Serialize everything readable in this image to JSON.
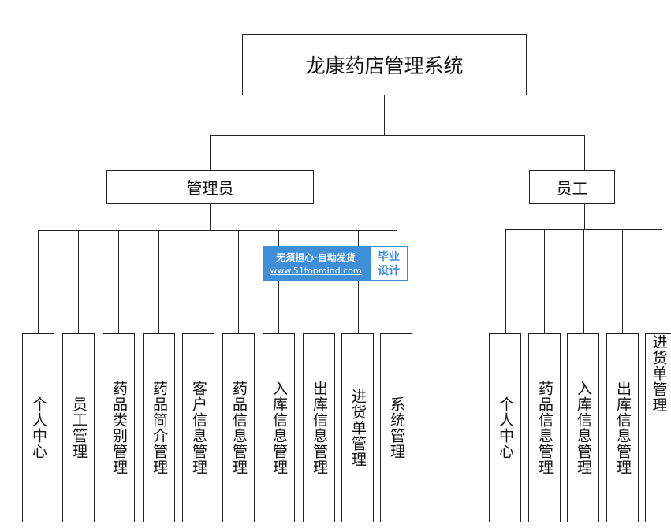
{
  "root": "龙康药店管理系统",
  "admin": {
    "title": "管理员",
    "modules": [
      "个人中心",
      "员工管理",
      "药品类别管理",
      "药品简介管理",
      "客户信息管理",
      "药品信息管理",
      "入库信息管理",
      "出库信息管理",
      "进货单管理",
      "系统管理"
    ]
  },
  "staff": {
    "title": "员工",
    "modules": [
      "个人中心",
      "药品信息管理",
      "入库信息管理",
      "出库信息管理",
      "进货单管理"
    ]
  },
  "watermark": {
    "line1": "无须担心·自动发货",
    "line2": "www.51topmind.com",
    "tag1": "毕业",
    "tag2": "设计"
  }
}
